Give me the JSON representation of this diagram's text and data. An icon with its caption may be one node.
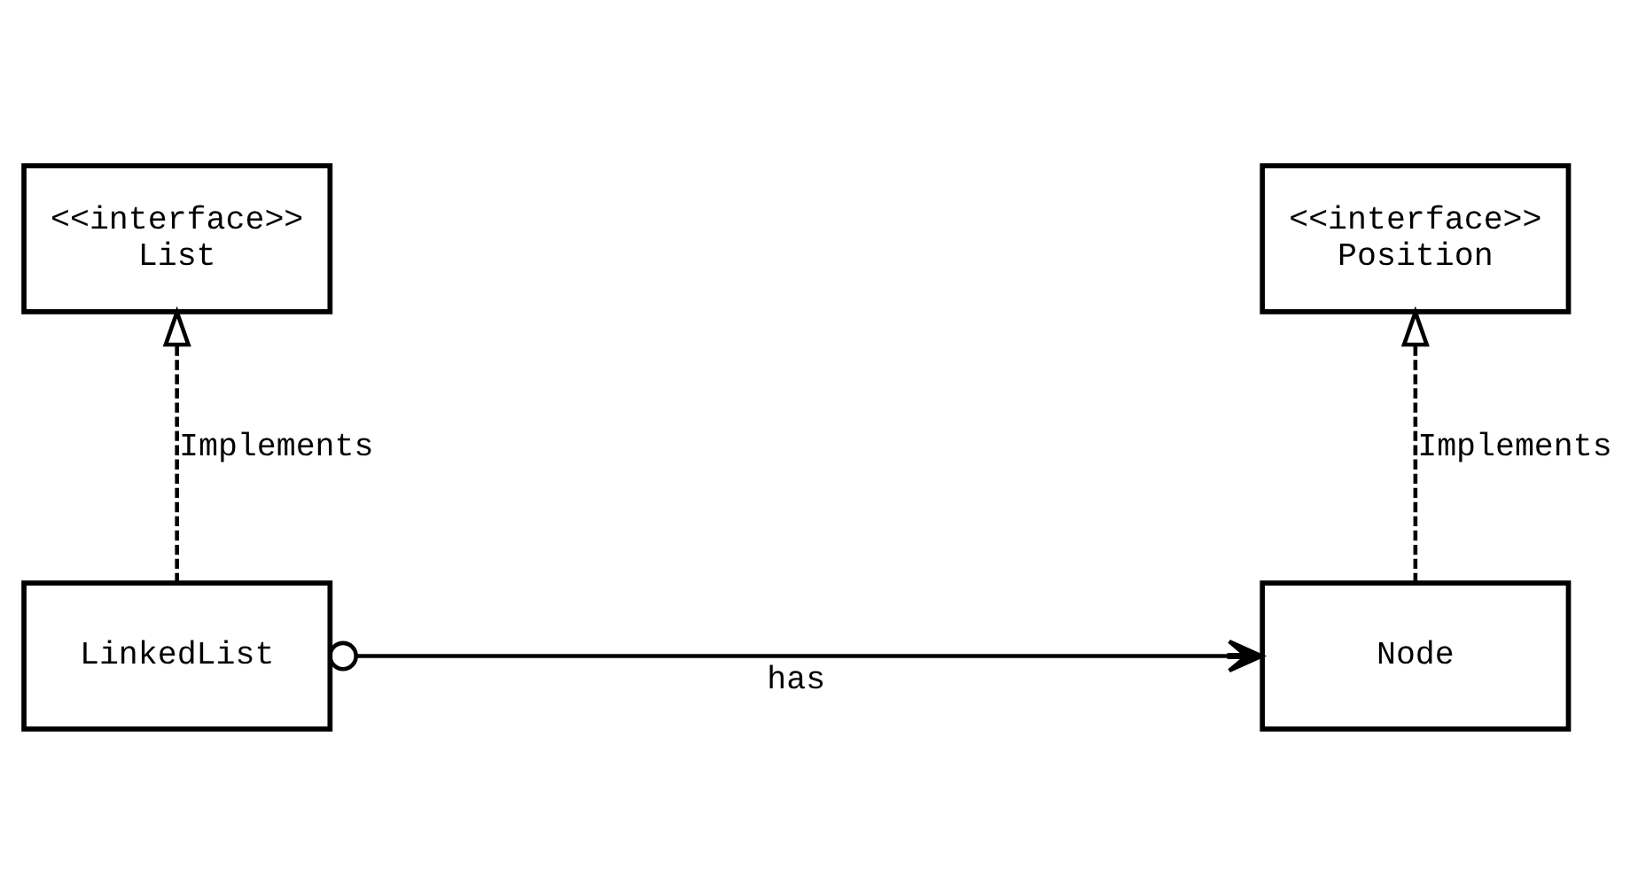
{
  "diagram": {
    "nodes": [
      {
        "text": [
          "<<interface>>",
          "List"
        ]
      },
      {
        "text": [
          "<<interface>>",
          "Position"
        ]
      },
      {
        "text": [
          "LinkedList"
        ]
      },
      {
        "text": [
          "Node"
        ]
      }
    ],
    "edges": [
      {
        "from": 2,
        "to": 0,
        "arrow": "to",
        "label": "Implements",
        "style": "dashed"
      },
      {
        "from": 3,
        "to": 1,
        "arrow": "to",
        "label": "Implements",
        "style": "dashed"
      },
      {
        "from": 2,
        "to": 3,
        "arrow": "to",
        "label": "has"
      }
    ]
  }
}
